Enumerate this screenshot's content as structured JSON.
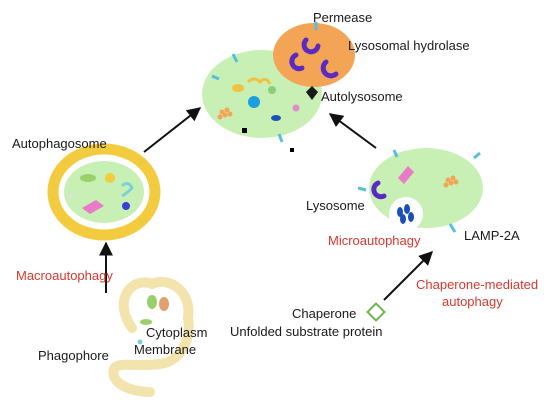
{
  "labels": {
    "permease": "Permease",
    "lysosomal_hydrolase": "Lysosomal hydrolase",
    "autolysosome": "Autolysosome",
    "autophagosome": "Autophagosome",
    "lysosome": "Lysosome",
    "lamp2a": "LAMP-2A",
    "chaperone": "Chaperone",
    "unfolded_substrate": "Unfolded substrate protein",
    "cytoplasm": "Cytoplasm",
    "membrane": "Membrane",
    "phagophore": "Phagophore"
  },
  "pathways": {
    "macroautophagy": "Macroautophagy",
    "microautophagy": "Microautophagy",
    "cma_line1": "Chaperone-mediated",
    "cma_line2": "autophagy"
  },
  "colors": {
    "cell_fill": "#c8f0b4",
    "hydrolase_orange": "#f4a455",
    "membrane_yellow": "#f2cc3e",
    "phagophore_cream": "#f3e3ad",
    "protein_purple": "#5a2bc2",
    "pathway_red": "#d9382f",
    "receptor_blue": "#56bfe0"
  }
}
